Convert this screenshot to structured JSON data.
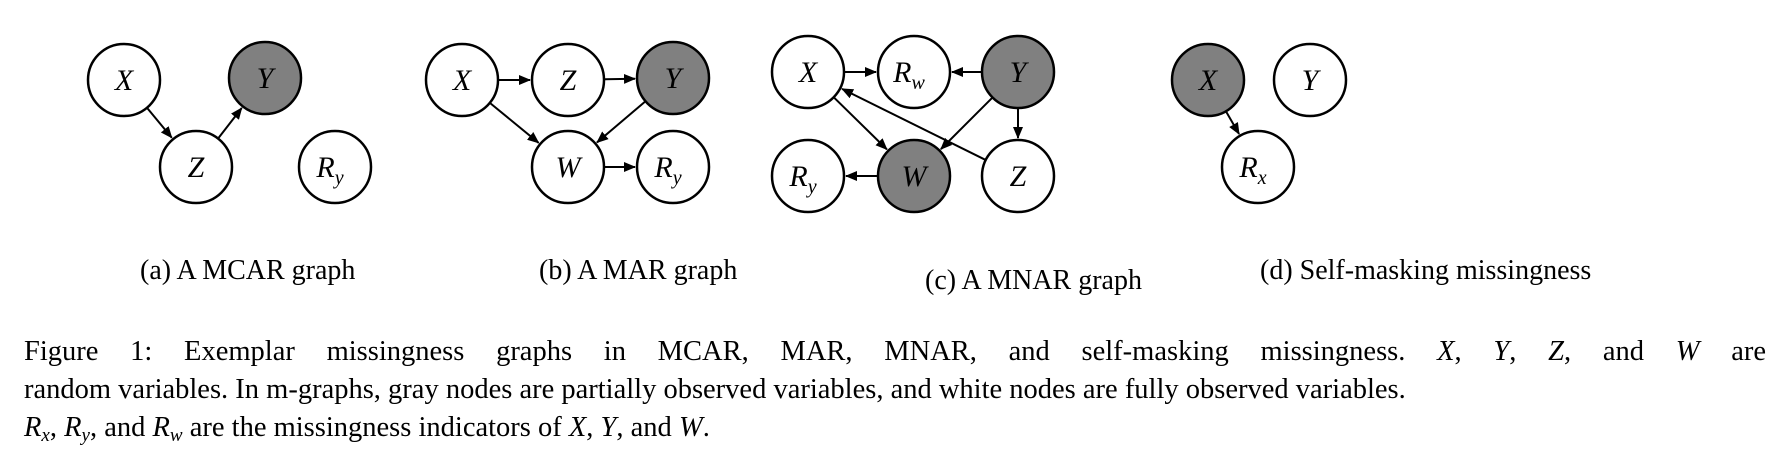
{
  "colors": {
    "observed_fill": "#ffffff",
    "partial_fill": "#808080",
    "stroke": "#000000"
  },
  "graphs": [
    {
      "id": "a",
      "caption": "(a) A MCAR graph",
      "nodes": [
        {
          "id": "X",
          "label": "X",
          "sub": "",
          "gray": false
        },
        {
          "id": "Y",
          "label": "Y",
          "sub": "",
          "gray": true
        },
        {
          "id": "Z",
          "label": "Z",
          "sub": "",
          "gray": false
        },
        {
          "id": "Ry",
          "label": "R",
          "sub": "y",
          "gray": false
        }
      ],
      "edges": [
        [
          "X",
          "Z"
        ],
        [
          "Z",
          "Y"
        ]
      ]
    },
    {
      "id": "b",
      "caption": "(b) A MAR graph",
      "nodes": [
        {
          "id": "X",
          "label": "X",
          "sub": "",
          "gray": false
        },
        {
          "id": "Z",
          "label": "Z",
          "sub": "",
          "gray": false
        },
        {
          "id": "Y",
          "label": "Y",
          "sub": "",
          "gray": true
        },
        {
          "id": "W",
          "label": "W",
          "sub": "",
          "gray": false
        },
        {
          "id": "Ry",
          "label": "R",
          "sub": "y",
          "gray": false
        }
      ],
      "edges": [
        [
          "X",
          "Z"
        ],
        [
          "Z",
          "Y"
        ],
        [
          "X",
          "W"
        ],
        [
          "Y",
          "W"
        ],
        [
          "W",
          "Ry"
        ]
      ]
    },
    {
      "id": "c",
      "caption": "(c) A MNAR graph",
      "nodes": [
        {
          "id": "X",
          "label": "X",
          "sub": "",
          "gray": false
        },
        {
          "id": "Rw",
          "label": "R",
          "sub": "w",
          "gray": false
        },
        {
          "id": "Y",
          "label": "Y",
          "sub": "",
          "gray": true
        },
        {
          "id": "Ry",
          "label": "R",
          "sub": "y",
          "gray": false
        },
        {
          "id": "W",
          "label": "W",
          "sub": "",
          "gray": true
        },
        {
          "id": "Z",
          "label": "Z",
          "sub": "",
          "gray": false
        }
      ],
      "edges": [
        [
          "X",
          "Rw"
        ],
        [
          "Y",
          "Rw"
        ],
        [
          "X",
          "W"
        ],
        [
          "Y",
          "W"
        ],
        [
          "Y",
          "Z"
        ],
        [
          "Z",
          "X"
        ],
        [
          "W",
          "Ry"
        ]
      ]
    },
    {
      "id": "d",
      "caption": "(d) Self-masking missingness",
      "nodes": [
        {
          "id": "X",
          "label": "X",
          "sub": "",
          "gray": true
        },
        {
          "id": "Y",
          "label": "Y",
          "sub": "",
          "gray": false
        },
        {
          "id": "Rx",
          "label": "R",
          "sub": "x",
          "gray": false
        }
      ],
      "edges": [
        [
          "X",
          "Rx"
        ]
      ]
    }
  ],
  "caption": {
    "l1_lead": "Figure 1: Exemplar missingness graphs in MCAR, MAR, MNAR, and self-masking missingness.",
    "X": "X",
    "Y": "Y",
    "Z": "Z",
    "W": "W",
    "R": "R",
    "sub_x": "x",
    "sub_y": "y",
    "sub_w": "w",
    "comma": ",",
    "and": "and",
    "are": "are",
    "l2": "random variables. In m-graphs, gray nodes are partially observed variables, and white nodes are fully observed variables.",
    "l3_and": ", and",
    "l3_mid": "are the missingness indicators of",
    "l3_and2": ", and",
    "period": "."
  }
}
